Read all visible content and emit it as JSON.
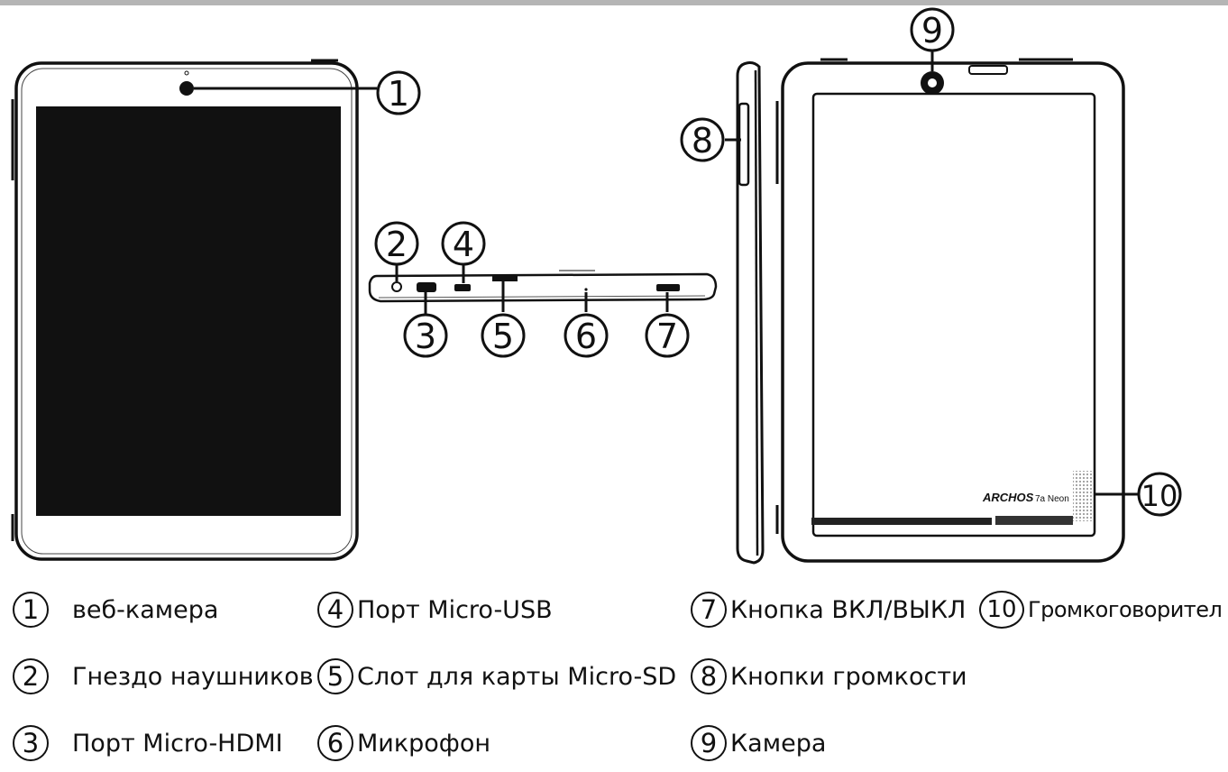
{
  "callouts": [
    "1",
    "2",
    "3",
    "4",
    "5",
    "6",
    "7",
    "8",
    "9",
    "10"
  ],
  "back_logo": {
    "brand": "ARCHOS",
    "model": "7a Neon"
  },
  "legend": [
    {
      "num": "1",
      "label": "веб-камера"
    },
    {
      "num": "2",
      "label": "Гнездо наушников"
    },
    {
      "num": "3",
      "label": "Порт Micro-HDMI"
    },
    {
      "num": "4",
      "label": "Порт Micro-USB"
    },
    {
      "num": "5",
      "label": "Слот для карты Micro-SD"
    },
    {
      "num": "6",
      "label": "Микрофон"
    },
    {
      "num": "7",
      "label": "Кнопка ВКЛ/ВЫКЛ"
    },
    {
      "num": "8",
      "label": "Кнопки громкости"
    },
    {
      "num": "9",
      "label": "Камера"
    },
    {
      "num": "10",
      "label": "Громкоговорител"
    }
  ]
}
